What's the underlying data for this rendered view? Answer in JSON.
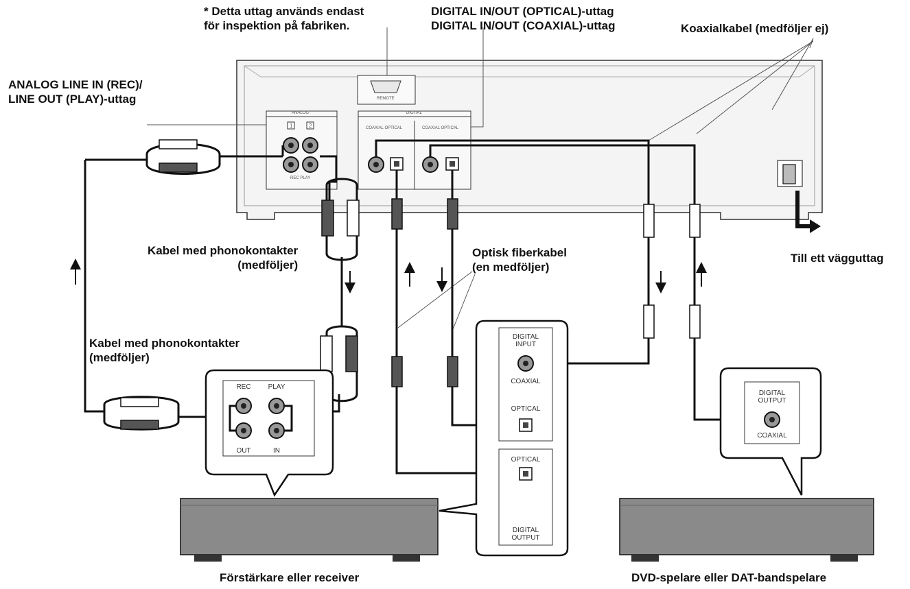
{
  "labels": {
    "factory_note": "* Detta uttag används endast\nför inspektion på fabriken.",
    "digital_jacks": "DIGITAL IN/OUT (OPTICAL)-uttag\nDIGITAL IN/OUT (COAXIAL)-uttag",
    "coax_cable": "Koaxialkabel (medföljer ej)",
    "analog_jacks": "ANALOG LINE IN (REC)/\nLINE OUT (PLAY)-uttag",
    "phono_cable_1": "Kabel med phonokontakter\n(medföljer)",
    "phono_cable_2": "Kabel med phonokontakter\n(medföljer)",
    "optical_cable": "Optisk fiberkabel\n(en medföljer)",
    "wall_outlet": "Till ett vägguttag",
    "amplifier": "Förstärkare eller receiver",
    "dvd_dat": "DVD-spelare eller DAT-bandspelare"
  },
  "panel_text": {
    "analog_title": "ANALOG",
    "digital_title": "DIGITAL",
    "ch1": "1",
    "ch2": "2",
    "coax_optical_1": "COAXIAL OPTICAL",
    "coax_optical_2": "COAXIAL OPTICAL",
    "rec_play": "REC PLAY",
    "rs": "REMOTE"
  },
  "amp_panel": {
    "rec": "REC",
    "play": "PLAY",
    "out": "OUT",
    "in": "IN"
  },
  "amp_digital_panel": {
    "digital_input": "DIGITAL\nINPUT",
    "coaxial": "COAXIAL",
    "optical_in": "OPTICAL",
    "optical_out": "OPTICAL",
    "digital_output": "DIGITAL\nOUTPUT"
  },
  "dvd_panel": {
    "digital_output": "DIGITAL\nOUTPUT",
    "coaxial": "COAXIAL"
  }
}
